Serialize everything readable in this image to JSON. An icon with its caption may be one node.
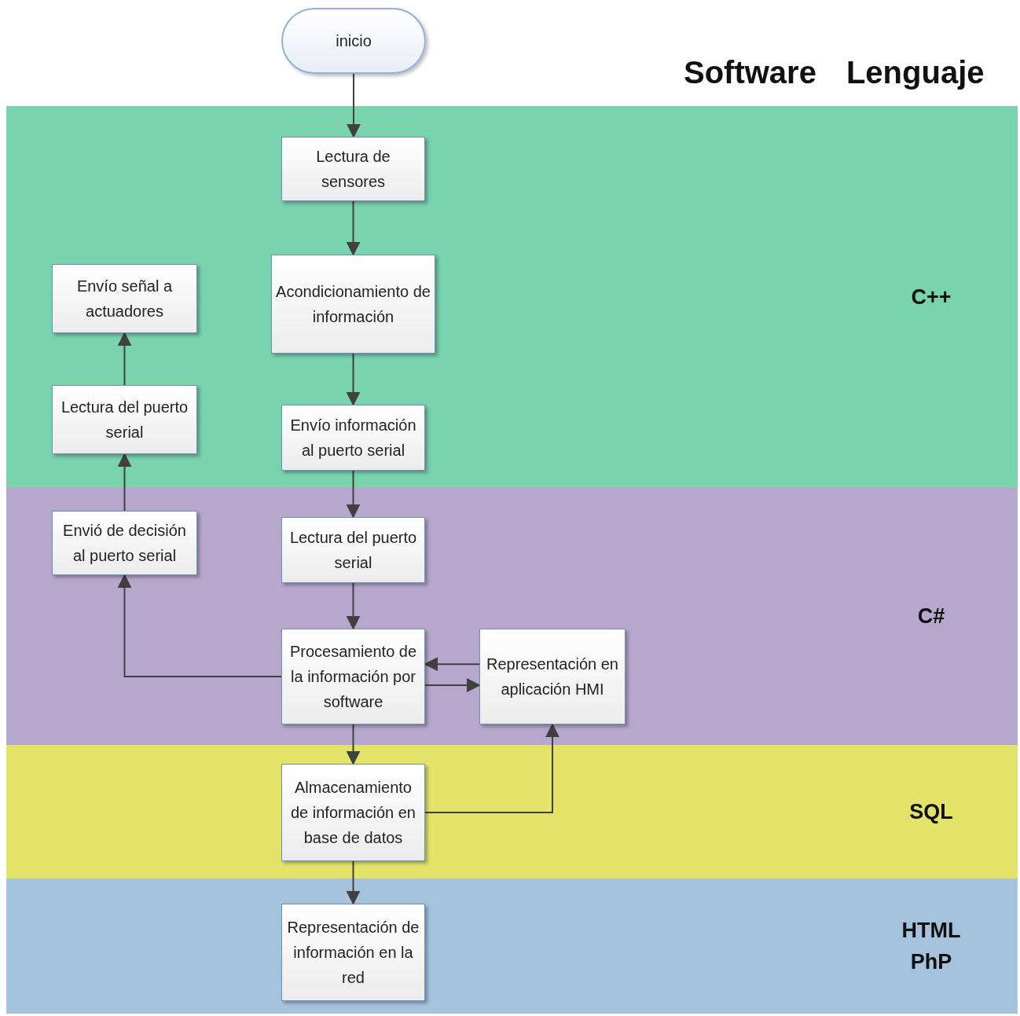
{
  "diagram": {
    "nodes": [
      {
        "text": [
          "inicio"
        ]
      },
      {
        "text": [
          "C++"
        ]
      },
      {
        "text": [
          "Lectura de sensores"
        ],
        "in": 1
      },
      {
        "text": [
          "Envío señal a actuadores"
        ],
        "in": 1
      },
      {
        "text": [
          "Acondicionamiento de información"
        ],
        "in": 1
      },
      {
        "text": [
          "Lectura del puerto serial"
        ],
        "in": 1
      },
      {
        "text": [
          "Envío información al puerto serial"
        ],
        "in": 1
      },
      {
        "text": [
          "C#"
        ]
      },
      {
        "text": [
          "Envió de decisión al puerto serial"
        ],
        "in": 7
      },
      {
        "text": [
          "Lectura del puerto serial"
        ],
        "in": 7
      },
      {
        "text": [
          "Procesamiento de la información por software"
        ],
        "in": 7
      },
      {
        "text": [
          "Representación en aplicación HMI"
        ],
        "in": 7
      },
      {
        "text": [
          "SQL"
        ]
      },
      {
        "text": [
          "Almacenamiento de información en base de datos"
        ],
        "in": 12
      },
      {
        "text": [
          "HTML PhP"
        ]
      },
      {
        "text": [
          "Representación de información en la red"
        ],
        "in": 14
      }
    ],
    "edges": [
      {
        "from": 0,
        "to": 2,
        "arrow": "to"
      },
      {
        "from": 2,
        "to": 4,
        "arrow": "to"
      },
      {
        "from": 4,
        "to": 6,
        "arrow": "to"
      },
      {
        "from": 6,
        "to": 9,
        "arrow": "to"
      },
      {
        "from": 9,
        "to": 10,
        "arrow": "to"
      },
      {
        "from": 10,
        "to": 8,
        "arrow": "to"
      },
      {
        "from": 8,
        "to": 5,
        "arrow": "to"
      },
      {
        "from": 5,
        "to": 3,
        "arrow": "to"
      },
      {
        "from": 11,
        "to": 10,
        "arrow": "to"
      },
      {
        "from": 10,
        "to": 11,
        "arrow": "to"
      },
      {
        "from": 10,
        "to": 13,
        "arrow": "to"
      },
      {
        "from": 13,
        "to": 11,
        "arrow": "to"
      },
      {
        "from": 13,
        "to": 15,
        "arrow": "to"
      }
    ],
    "labels": [
      "Software",
      "Lenguaje"
    ]
  }
}
